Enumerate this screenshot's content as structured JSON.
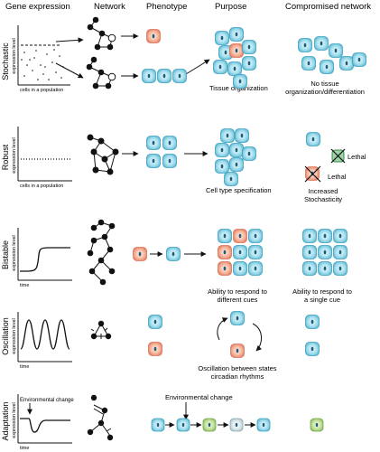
{
  "headers": {
    "gene_expression": "Gene expression",
    "network": "Network",
    "phenotype": "Phenotype",
    "purpose": "Purpose",
    "compromised": "Compromised network"
  },
  "axes": {
    "ylabel": "expression level",
    "xlabel_population": "cells in a population",
    "xlabel_time": "time"
  },
  "rows": {
    "stochastic": {
      "label": "Stochastic",
      "purpose": "Tissue organization",
      "compromised_1": "No tissue",
      "compromised_2": "organization/differentiation"
    },
    "robust": {
      "label": "Robust",
      "purpose": "Cell type specification",
      "lethal_1": "Lethal",
      "lethal_2": "Lethal",
      "compromised_1": "Increased",
      "compromised_2": "Stochasticity"
    },
    "bistable": {
      "label": "Bistable",
      "purpose_1": "Ability to respond to",
      "purpose_2": "different cues",
      "compromised_1": "Ability to respond to",
      "compromised_2": "a single cue"
    },
    "oscillation": {
      "label": "Oscillation",
      "purpose_1": "Oscillation between states",
      "purpose_2": "circadian rhythms"
    },
    "adaptation": {
      "label": "Adaptation",
      "env_change_graph": "Environmental change",
      "env_change_pheno": "Environmental change"
    }
  },
  "colors": {
    "blue_fill": "#8fd3e3",
    "blue_edge": "#3aa0bf",
    "orange_fill": "#f3a98f",
    "orange_edge": "#d9735a",
    "green_fill": "#b9d98c",
    "nucleus": "#1d5d78",
    "lethal_x_fill": "#9ed3a8"
  }
}
